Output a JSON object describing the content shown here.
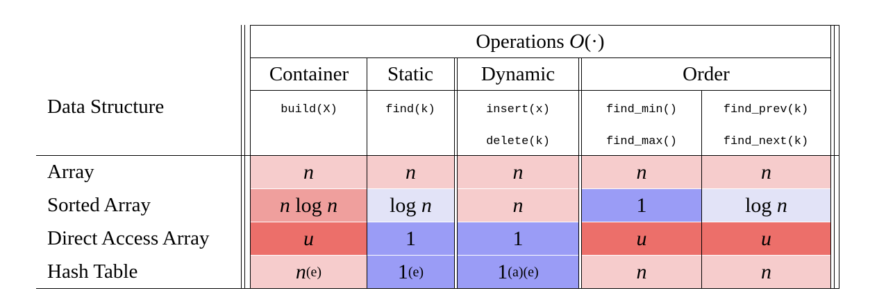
{
  "header": {
    "ops_prefix": "Operations",
    "ops_symbol": "O",
    "ops_arg": "(·)",
    "data_structure_label": "Data Structure",
    "groups": [
      "Container",
      "Static",
      "Dynamic",
      "Order"
    ],
    "ops": {
      "build": "build(X)",
      "find": "find(k)",
      "insert": "insert(x)",
      "delete": "delete(k)",
      "find_min": "find_min()",
      "find_max": "find_max()",
      "find_prev": "find_prev(k)",
      "find_next": "find_next(k)"
    }
  },
  "colors": {
    "light_red": "#f6cccc",
    "mid_red": "#ef9f9d",
    "strong_red": "#ec6f6a",
    "light_blue": "#e2e3f7",
    "strong_blue": "#9a9cf6"
  },
  "rows": [
    {
      "name": "Array",
      "cells": [
        {
          "main": "n",
          "color": "light_red"
        },
        {
          "main": "n",
          "color": "light_red"
        },
        {
          "main": "n",
          "color": "light_red"
        },
        {
          "main": "n",
          "color": "light_red"
        },
        {
          "main": "n",
          "color": "light_red"
        }
      ]
    },
    {
      "name": "Sorted Array",
      "cells": [
        {
          "main": "n log n",
          "color": "mid_red"
        },
        {
          "main": "log n",
          "color": "light_blue"
        },
        {
          "main": "n",
          "color": "light_red"
        },
        {
          "main": "1",
          "color": "strong_blue"
        },
        {
          "main": "log n",
          "color": "light_blue"
        }
      ]
    },
    {
      "name": "Direct Access Array",
      "cells": [
        {
          "main": "u",
          "color": "strong_red"
        },
        {
          "main": "1",
          "color": "strong_blue"
        },
        {
          "main": "1",
          "color": "strong_blue"
        },
        {
          "main": "u",
          "color": "strong_red"
        },
        {
          "main": "u",
          "color": "strong_red"
        }
      ]
    },
    {
      "name": "Hash Table",
      "cells": [
        {
          "main": "n",
          "sub": "(e)",
          "color": "light_red"
        },
        {
          "main": "1",
          "sub": "(e)",
          "color": "strong_blue"
        },
        {
          "main": "1",
          "sub": "(a)(e)",
          "color": "strong_blue"
        },
        {
          "main": "n",
          "color": "light_red"
        },
        {
          "main": "n",
          "color": "light_red"
        }
      ]
    }
  ]
}
